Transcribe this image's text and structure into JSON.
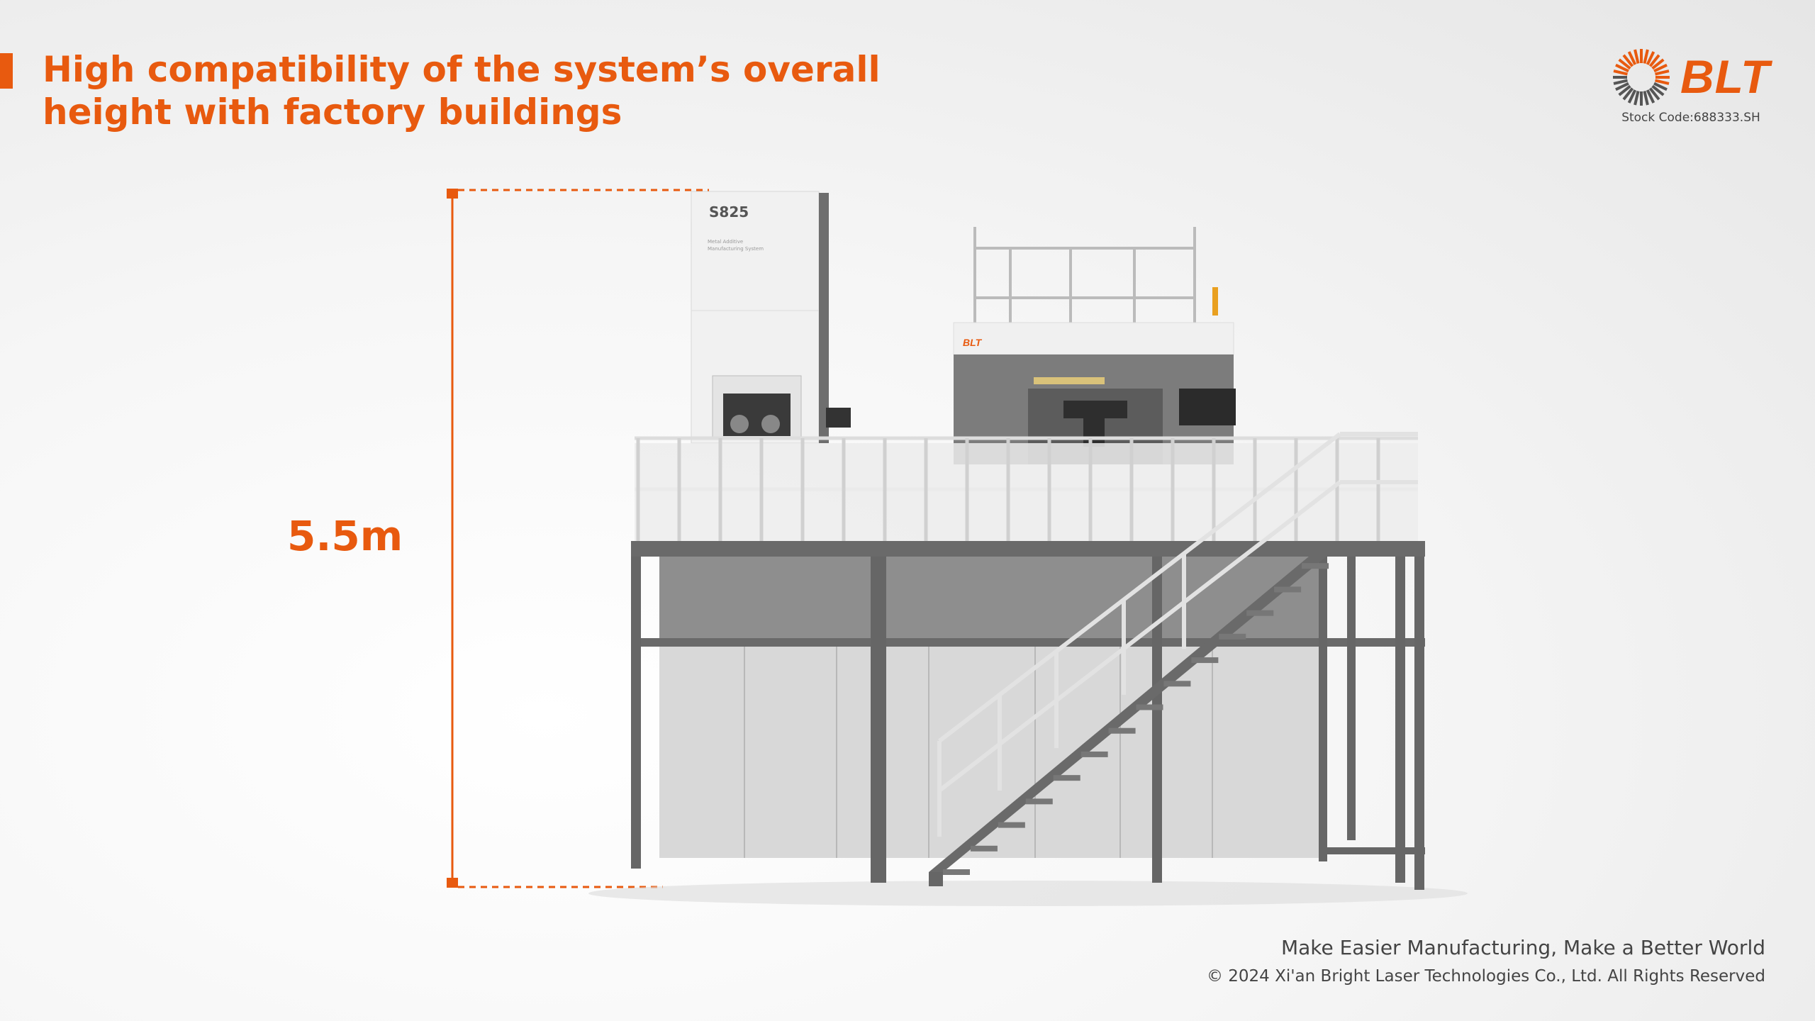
{
  "header": {
    "title_line1": "High compatibility of the system’s overall",
    "title_line2": "height with factory buildings"
  },
  "brand": {
    "logo_text": "BLT",
    "stock_code": "Stock Code:688333.SH",
    "accent_color": "#e85a0f"
  },
  "figure": {
    "height_label": "5.5m",
    "machine_model": "S825",
    "machine_subtitle_1": "Metal Additive",
    "machine_subtitle_2": "Manufacturing System",
    "machine_badge": "BLT"
  },
  "footer": {
    "slogan": "Make Easier Manufacturing, Make a Better World",
    "copyright": "© 2024 Xi'an Bright Laser Technologies Co., Ltd. All Rights Reserved"
  }
}
